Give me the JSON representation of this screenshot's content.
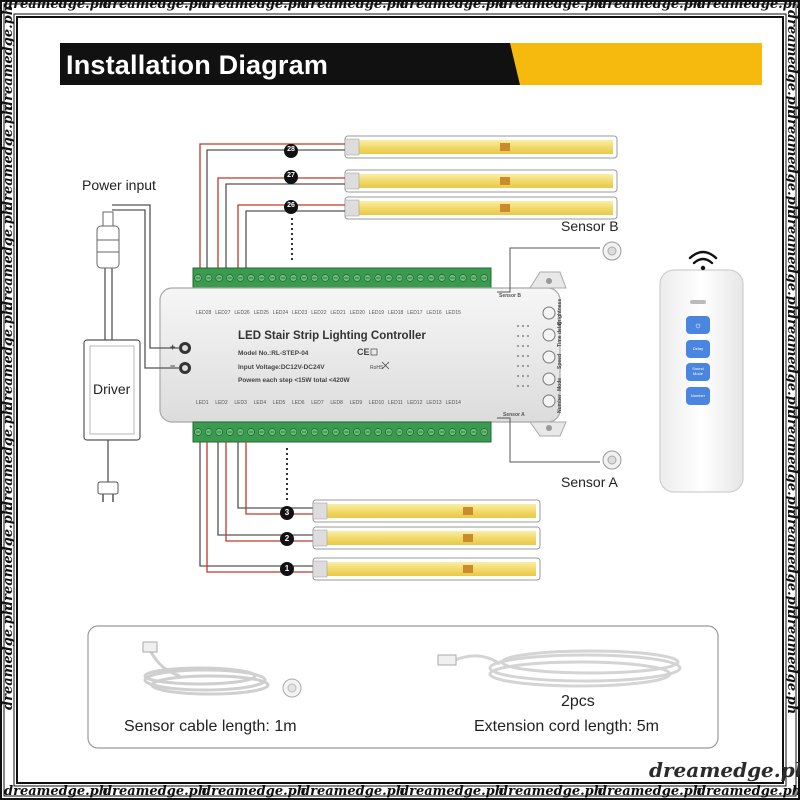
{
  "watermark": "dreamedge.ph",
  "title": "Installation Diagram",
  "labels": {
    "power_input": "Power input",
    "driver": "Driver",
    "sensor_b": "Sensor B",
    "sensor_a": "Sensor A",
    "sensor_b_small": "Sensor B",
    "sensor_a_small": "Sensor A"
  },
  "controller": {
    "name": "LED Stair Strip Lighting Controller",
    "model": "Model No.:RL-STEP-04",
    "voltage": "Input Voltage:DC12V-DC24V",
    "power": "Powem each step <15W  total <420W",
    "plus": "+",
    "minus": "−",
    "top_ports": [
      "LED28",
      "LED27",
      "LED26",
      "LED25",
      "LED24",
      "LED23",
      "LED22",
      "LED21",
      "LED20",
      "LED19",
      "LED18",
      "LED17",
      "LED16",
      "LED15"
    ],
    "bottom_ports": [
      "LED1",
      "LED2",
      "LED3",
      "LED4",
      "LED5",
      "LED6",
      "LED7",
      "LED8",
      "LED9",
      "LED10",
      "LED11",
      "LED12",
      "LED13",
      "LED14"
    ],
    "buttons": [
      "Brightness",
      "Time delay",
      "Speed",
      "Mode",
      "Number"
    ]
  },
  "strip_numbers": {
    "top": [
      "28",
      "27",
      "26"
    ],
    "bottom": [
      "3",
      "2",
      "1"
    ]
  },
  "remote": {
    "buttons": [
      "☼",
      "Delay",
      "Sound Mode",
      "Number"
    ],
    "wifi_icon": "wifi-icon"
  },
  "bottom_panel": {
    "sensor_cable": "Sensor cable length: 1m",
    "pcs": "2pcs",
    "extension": "Extension cord length: 5m"
  },
  "colors": {
    "watermark_border": "#c2442a",
    "title_bar": "#111111",
    "title_accent": "#f6b90d",
    "strip_yellow": "#f2d96a",
    "terminal_green": "#3a9a4f",
    "remote_button": "#4a86e0",
    "wire_red": "#c0392b"
  }
}
